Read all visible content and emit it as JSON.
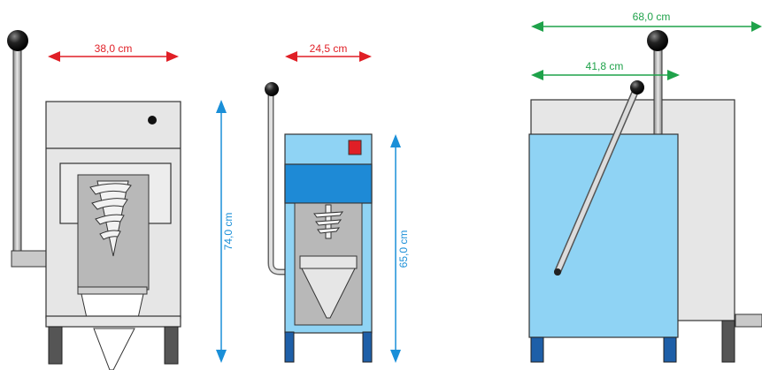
{
  "dimensions": {
    "width_small_machine": "38,0 cm",
    "width_mini_machine": "24,5 cm",
    "height_small_machine": "74,0 cm",
    "height_mini_machine": "65,0 cm",
    "width_large_outer": "68,0 cm",
    "width_large_inner": "41,8 cm"
  },
  "colors": {
    "red_dimension": "#e01f26",
    "blue_dimension": "#1a8fd8",
    "green_dimension": "#1fa24a",
    "machine_gray": "#e6e6e6",
    "machine_blue": "#8fd3f4",
    "panel_blue": "#1e8ad6"
  }
}
